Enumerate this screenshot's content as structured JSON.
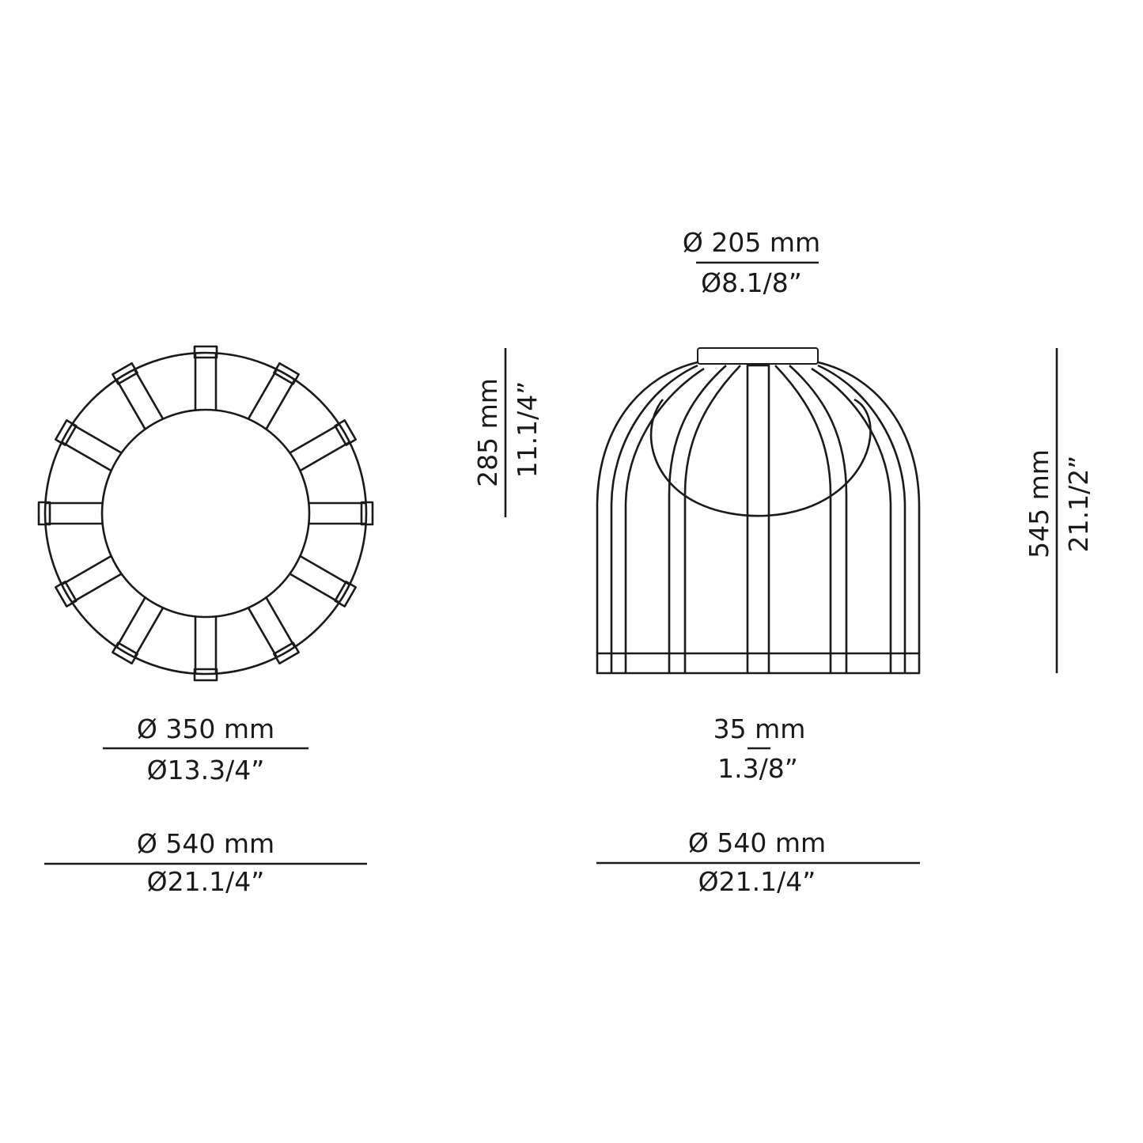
{
  "top_view": {
    "inner_diameter_mm": "Ø 350 mm",
    "inner_diameter_in": "Ø13.3/4”",
    "outer_diameter_mm": "Ø 540 mm",
    "outer_diameter_in": "Ø21.1/4”"
  },
  "side_view": {
    "top_cap_mm": "Ø 205 mm",
    "top_cap_in": "Ø8.1/8”",
    "globe_height_mm": "285 mm",
    "globe_height_in": "11.1/4”",
    "total_height_mm": "545 mm",
    "total_height_in": "21.1/2”",
    "strap_width_mm": "35 mm",
    "strap_width_in": "1.3/8”",
    "outer_diameter_mm": "Ø 540 mm",
    "outer_diameter_in": "Ø21.1/4”"
  },
  "colors": {
    "line": "#1a1a1a",
    "background": "#ffffff"
  }
}
